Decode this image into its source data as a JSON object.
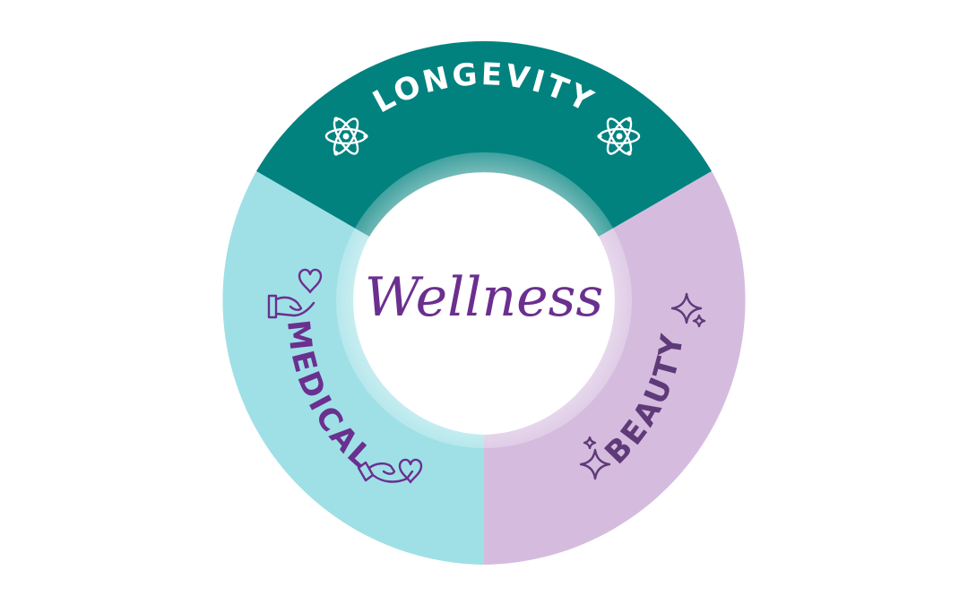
{
  "diagram": {
    "center": {
      "label": "Wellness",
      "color": "#6b2f8f"
    },
    "segments": [
      {
        "id": "longevity",
        "label": "LONGEVITY",
        "fill": "#01827f",
        "text_color": "#ffffff",
        "icon": "atom-icon"
      },
      {
        "id": "medical",
        "label": "MEDICAL",
        "fill": "#9ee0e6",
        "text_color": "#6b2f8f",
        "icon": "hand-heart-icon"
      },
      {
        "id": "beauty",
        "label": "BEAUTY",
        "fill": "#d5bcdf",
        "text_color": "#5f3a78",
        "icon": "sparkle-icon"
      }
    ]
  }
}
